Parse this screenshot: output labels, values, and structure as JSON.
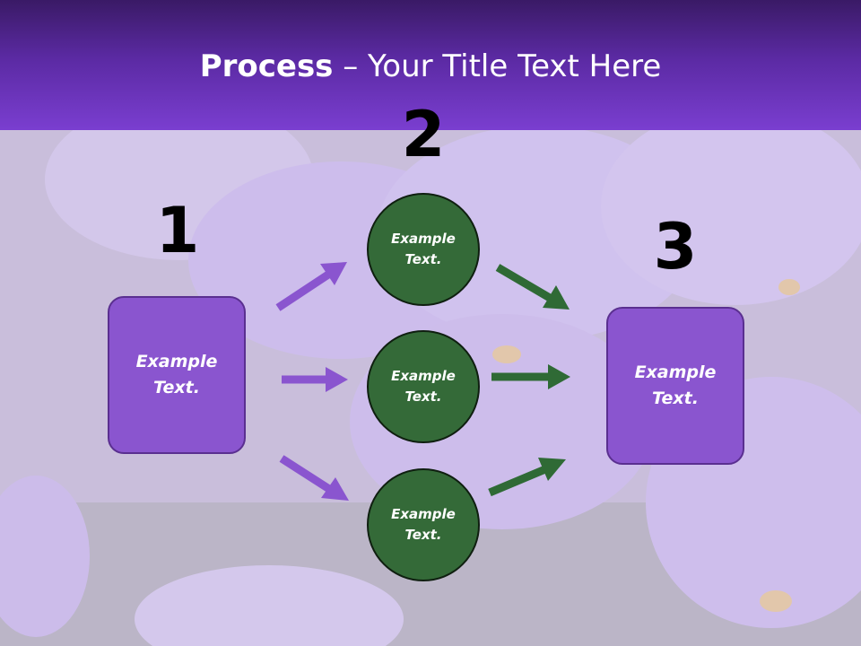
{
  "title": {
    "bold": "Process",
    "rest": " – Your Title Text Here"
  },
  "steps": {
    "one": "1",
    "two": "2",
    "three": "3"
  },
  "left_box": {
    "text": "Example Text."
  },
  "right_box": {
    "text": "Example Text."
  },
  "circles": [
    {
      "text": "Example Text."
    },
    {
      "text": "Example Text."
    },
    {
      "text": "Example Text."
    }
  ],
  "colors": {
    "title_bar": "#5b2aa3",
    "box_fill": "#8a55cf",
    "circle_fill": "#346a38",
    "purple_arrow": "#8a55cf",
    "green_arrow": "#2f6a35"
  }
}
